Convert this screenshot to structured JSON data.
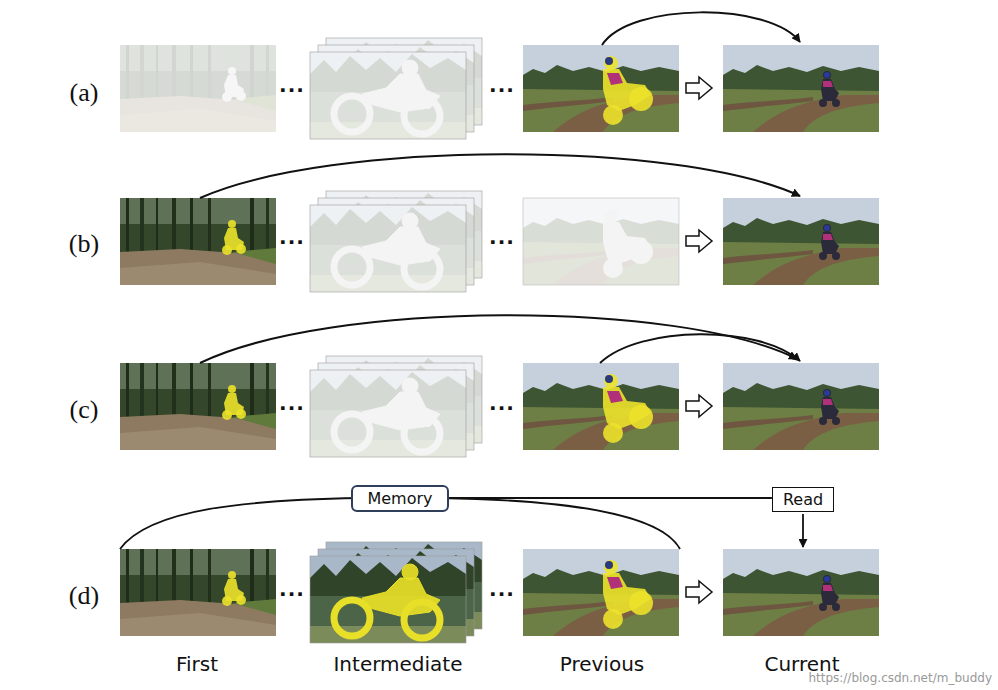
{
  "diagram": {
    "nodes": [
      {
        "text": [
          "Memory"
        ]
      },
      {
        "text": [
          "Read"
        ]
      }
    ],
    "edges": [
      {
        "from": 0,
        "to": 1,
        "arrow": "none"
      }
    ],
    "labels": [
      "(a)",
      "···",
      "···",
      "(b)",
      "···",
      "···",
      "(c)",
      "···",
      "···",
      "(d)",
      "···",
      "···",
      "First",
      "Intermediate",
      "Previous",
      "Current",
      "https://blog.csdn.net/m_buddy"
    ]
  }
}
